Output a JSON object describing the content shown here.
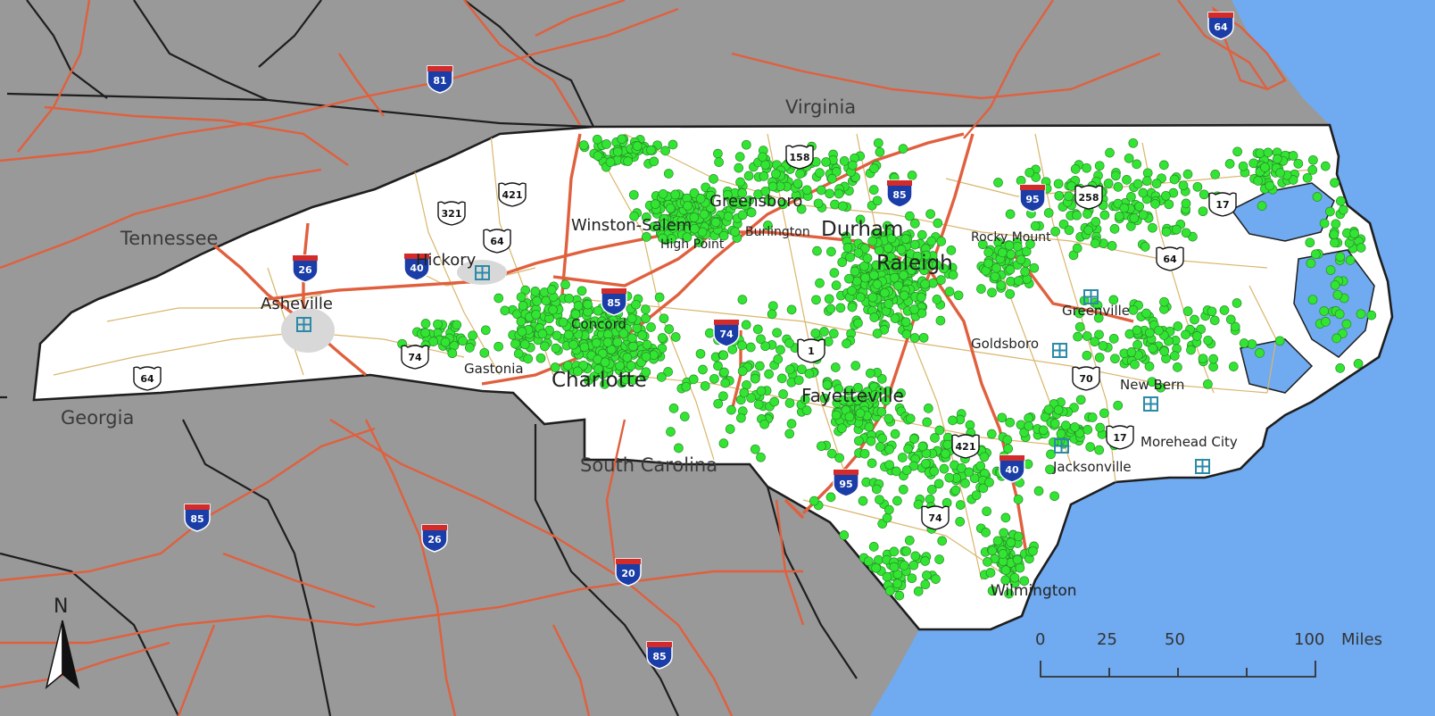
{
  "map": {
    "colors": {
      "water": "#70aaf0",
      "neighbor_land": "#999999",
      "nc_land": "#ffffff",
      "border": "#1e1e1e",
      "interstate": "#e0603e",
      "highway": "#d9b66b",
      "points": "#33e533",
      "points_outline": "#2a8a2a",
      "interstate_shield": "#1a3da8",
      "interstate_shield_top": "#d32a2a"
    },
    "state_labels": [
      "Virginia",
      "Tennessee",
      "Georgia",
      "South Carolina"
    ],
    "cities": [
      {
        "name": "Asheville",
        "major": false
      },
      {
        "name": "Hickory",
        "major": false
      },
      {
        "name": "Winston-Salem",
        "major": false
      },
      {
        "name": "Greensboro",
        "major": false
      },
      {
        "name": "High Point",
        "major": false
      },
      {
        "name": "Burlington",
        "major": false
      },
      {
        "name": "Durham",
        "major": true
      },
      {
        "name": "Raleigh",
        "major": true
      },
      {
        "name": "Rocky Mount",
        "major": false
      },
      {
        "name": "Greenville",
        "major": false
      },
      {
        "name": "Goldsboro",
        "major": false
      },
      {
        "name": "Concord",
        "major": false
      },
      {
        "name": "Gastonia",
        "major": false
      },
      {
        "name": "Charlotte",
        "major": true
      },
      {
        "name": "Fayetteville",
        "major": true
      },
      {
        "name": "New Bern",
        "major": false
      },
      {
        "name": "Jacksonville",
        "major": false
      },
      {
        "name": "Morehead City",
        "major": false
      },
      {
        "name": "Wilmington",
        "major": true
      }
    ],
    "interstate_shields": [
      "64",
      "81",
      "85",
      "40",
      "26",
      "85",
      "74",
      "95",
      "40",
      "95",
      "85",
      "26",
      "20",
      "85"
    ],
    "us_route_shields": [
      "158",
      "421",
      "321",
      "64",
      "258",
      "17",
      "64",
      "64",
      "1",
      "74",
      "70",
      "421",
      "17",
      "74"
    ],
    "north_arrow_label": "N",
    "scale_bar": {
      "ticks": [
        "0",
        "25",
        "50",
        "100"
      ],
      "unit": "Miles"
    },
    "data_points_description": "green dots"
  }
}
